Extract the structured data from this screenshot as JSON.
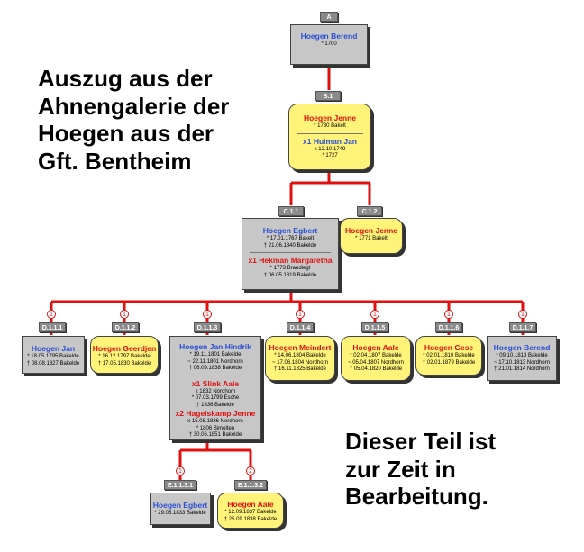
{
  "heading_left": "Auszug aus der\nAhnengalerie der\nHoegen aus der\nGft. Bentheim",
  "heading_right": "Dieser Teil ist\nzur Zeit in\nBearbeitung.",
  "tree": {
    "A": {
      "code": "A",
      "name": "Hoegen Berend",
      "lines": [
        "* 1700"
      ]
    },
    "B1": {
      "code": "B.1",
      "name": "Hoegen Jenne",
      "lines": [
        "* 1730 Bakelt"
      ],
      "spouse": {
        "name": "x1 Hulman Jan",
        "lines": [
          "x 12.10.1749",
          "* 1727"
        ]
      }
    },
    "C11": {
      "code": "C.1.1",
      "name": "Hoegen Egbert",
      "lines": [
        "* 17.01.1767 Bakelt",
        "† 21.06.1840 Bakelde"
      ],
      "spouse": {
        "name": "x1 Hekman Margaretha",
        "lines": [
          "* 1773 Brandlegt",
          "† 06.05.1819 Bakelde"
        ]
      }
    },
    "C12": {
      "code": "C.1.2",
      "name": "Hoegen Jenne",
      "lines": [
        "* 1771 Bakelt"
      ]
    },
    "D111": {
      "code": "D.1.1.1",
      "badge": "1",
      "name": "Hoegen Jan",
      "lines": [
        "* 18.05.1795 Bakelde",
        "† 08.08.1827 Bakelde"
      ]
    },
    "D112": {
      "code": "D.1.1.2",
      "badge": "1",
      "name": "Hoegen Geerdjen",
      "lines": [
        "* 16.12.1797 Bakelde",
        "† 17.05.1830 Bakelde"
      ]
    },
    "D113": {
      "code": "D.1.1.3",
      "badge": "1",
      "name": "Hoegen Jan Hindrik",
      "lines": [
        "* 19.11.1801 Bakelde",
        "~ 22.11.1801 Nordhorn",
        "† 06.09.1838 Bakelde"
      ],
      "spouse1": {
        "name": "x1 Slink Aale",
        "lines": [
          "x 1832 Nordhorn",
          "* 07.03.1799 Esche",
          "† 1836 Bakelde"
        ]
      },
      "spouse2": {
        "name": "x2 Hagelskamp Jenne",
        "lines": [
          "x 15.08.1836 Nordhorn",
          "* 1806 Bimolten",
          "† 30.06.1851 Bakelde"
        ]
      }
    },
    "D114": {
      "code": "D.1.1.4",
      "badge": "1",
      "name": "Hoegen Meindert",
      "lines": [
        "* 14.06.1804 Bakelde",
        "~ 17.06.1804 Nordhorn",
        "† 16.11.1825 Bakelde"
      ]
    },
    "D115": {
      "code": "D.1.1.5",
      "badge": "1",
      "name": "Hoegen Aale",
      "lines": [
        "* 02.04.1807 Bakelde",
        "~ 05.04.1807 Nordhorn",
        "† 05.04.1820 Bakelde"
      ]
    },
    "D116": {
      "code": "D.1.1.6",
      "badge": "1",
      "name": "Hoegen Gese",
      "lines": [
        "* 02.01.1810 Bakelde",
        "† 02.01.1879 Bakelde"
      ]
    },
    "D117": {
      "code": "D.1.1.7",
      "badge": "1",
      "name": "Hoegen Berend",
      "lines": [
        "* 09.10.1813 Bakelde",
        "~ 17.10.1813 Nordhorn",
        "† 21.01.1814 Nordhorn"
      ]
    },
    "E11131": {
      "code": "E.1.1.3.1",
      "badge": "1",
      "name": "Hoegen Egbert",
      "lines": [
        "* 29.06.1833 Bakelde"
      ]
    },
    "E11132": {
      "code": "E.1.1.3.2",
      "badge": "2",
      "name": "Hoegen Aale",
      "lines": [
        "* 12.09.1837 Bakelde",
        "† 25.09.1838 Bakelde"
      ]
    }
  }
}
